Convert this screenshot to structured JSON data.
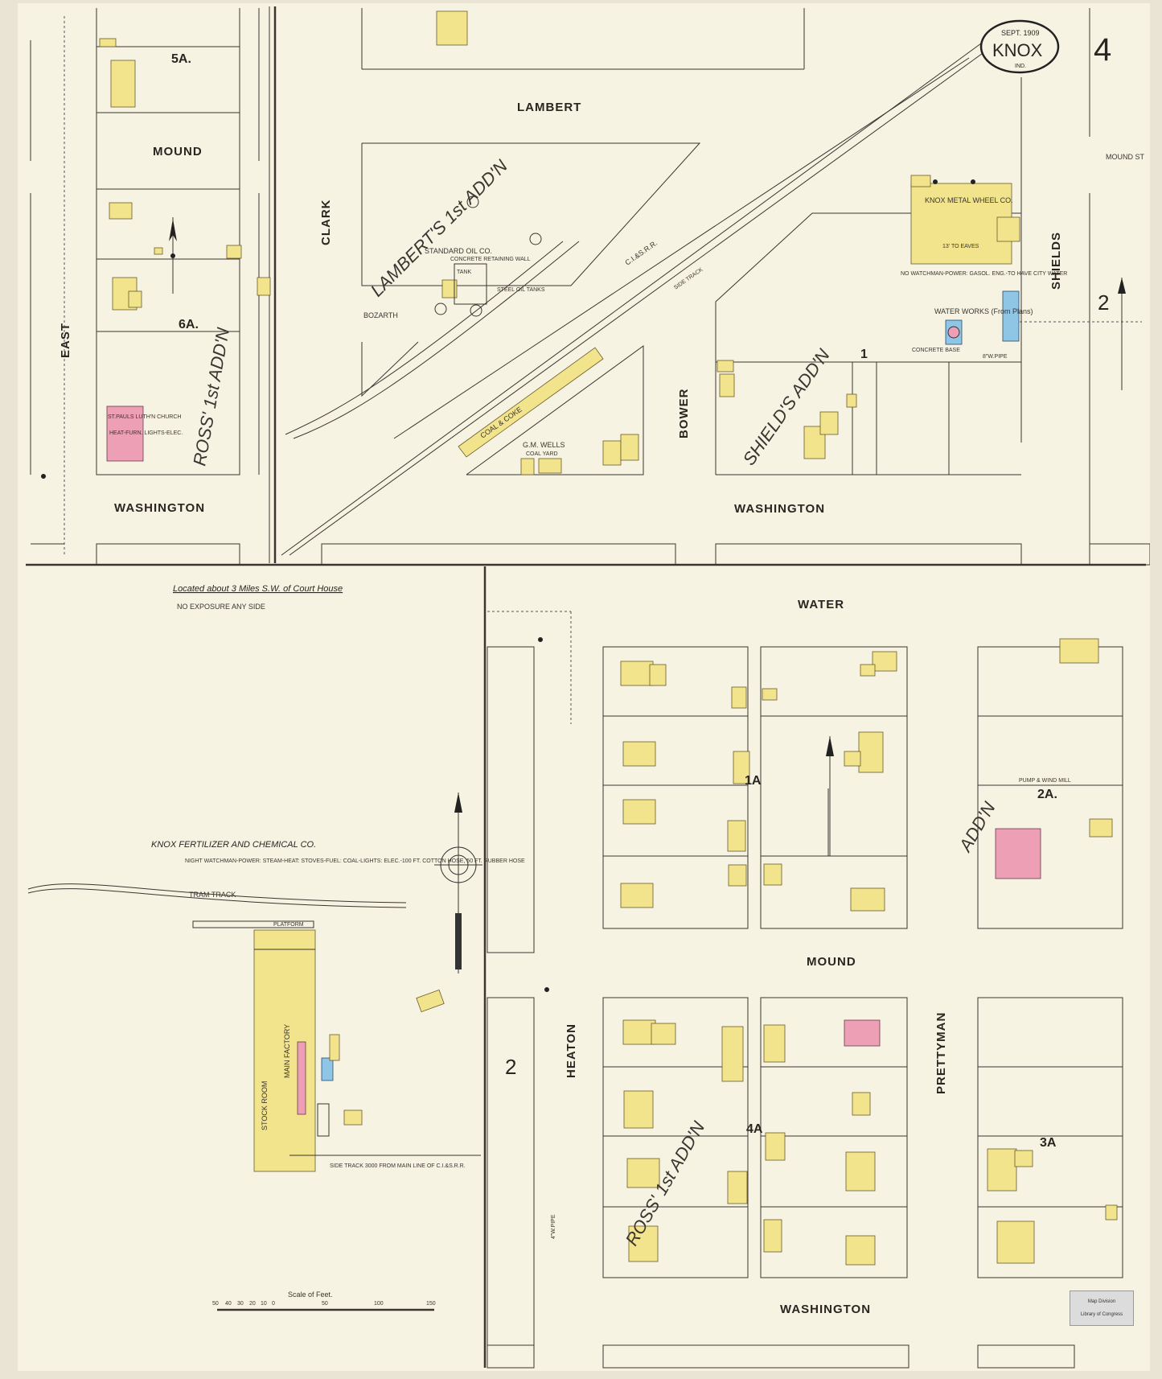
{
  "title_box": {
    "date": "SEPT. 1909",
    "town": "KNOX",
    "state": "IND.",
    "sheet": "4"
  },
  "streets": {
    "lambert": "LAMBERT",
    "mound_top": "MOUND",
    "mound_bottom": "MOUND",
    "clark": "CLARK",
    "east": "EAST",
    "washington_left": "WASHINGTON",
    "washington_top": "WASHINGTON",
    "washington_bottom": "WASHINGTON",
    "bower": "BOWER",
    "shields": "SHIELDS",
    "water": "WATER",
    "heaton": "HEATON",
    "prettyman": "PRETTYMAN",
    "mound_st": "MOUND ST",
    "bozarth": "BOZARTH"
  },
  "additions": {
    "lamberts": "LAMBERT'S 1st ADD'N",
    "ross": "ROSS' 1st ADD'N",
    "shields": "SHIELD'S ADD'N",
    "ross_lower": "ROSS' 1st ADD'N",
    "lower_right": "ADD'N"
  },
  "blocks": {
    "b5a": "5A.",
    "b6a": "6A.",
    "b1": "1",
    "b1a": "1A",
    "b2a": "2A.",
    "b4a": "4A",
    "b3a": "3A",
    "b2": "2",
    "b2_right": "2"
  },
  "labels": {
    "church": "ST.PAULS LUTH'N CHURCH",
    "church_note": "HEAT-FURN. LIGHTS-ELEC.",
    "standard_oil": "STANDARD OIL CO.",
    "steel_tanks": "STEEL OIL TANKS",
    "tank": "TANK",
    "concrete_wall": "CONCRETE RETAINING WALL",
    "coal_coke": "COAL & COKE",
    "wells": "G.M. WELLS",
    "coal_yard": "COAL YARD",
    "railroad": "C.I.&S.R.R.",
    "side_track": "SIDE TRACK",
    "metal_wheel": "KNOX METAL WHEEL CO.",
    "night_watch": "NO WATCHMAN-POWER: GASOL. ENG.-TO HAVE CITY WATER",
    "water_works": "WATER WORKS (From Plans)",
    "concrete_base": "CONCRETE BASE",
    "eaves": "13' TO EAVES",
    "fertilizer_location": "Located about 3 Miles S.W. of Court House",
    "no_exposure": "NO EXPOSURE ANY SIDE",
    "fertilizer": "KNOX FERTILIZER AND CHEMICAL CO.",
    "fertilizer_note": "NIGHT WATCHMAN-POWER: STEAM-HEAT: STOVES-FUEL: COAL-LIGHTS: ELEC.-100 FT. COTTON HOSE, 50 FT. RUBBER HOSE",
    "tram_track": "TRAM TRACK",
    "main_factory": "MAIN FACTORY",
    "stock_room": "STOCK ROOM",
    "platform": "PLATFORM",
    "side_track_note": "SIDE TRACK 3000 FROM MAIN LINE OF C.I.&S.R.R.",
    "pump_windmill": "PUMP & WIND MILL",
    "scale": "Scale of Feet.",
    "scale_ticks": [
      "50",
      "40",
      "30",
      "20",
      "10",
      "0",
      "50",
      "100",
      "150"
    ],
    "pipe": "4\"W.PIPE",
    "pipe8": "8\"W.PIPE"
  },
  "stamp": {
    "line1": "Map Division",
    "line2": "Library of Congress"
  },
  "colors": {
    "frame": "#f7f3e3",
    "frame_bg": "#e9e4d4",
    "frame_line": "#3a3530",
    "frame_yellow": "#f2e48c",
    "frame_pink": "#ec9fb5",
    "frame_blue": "#8fc6e6"
  }
}
